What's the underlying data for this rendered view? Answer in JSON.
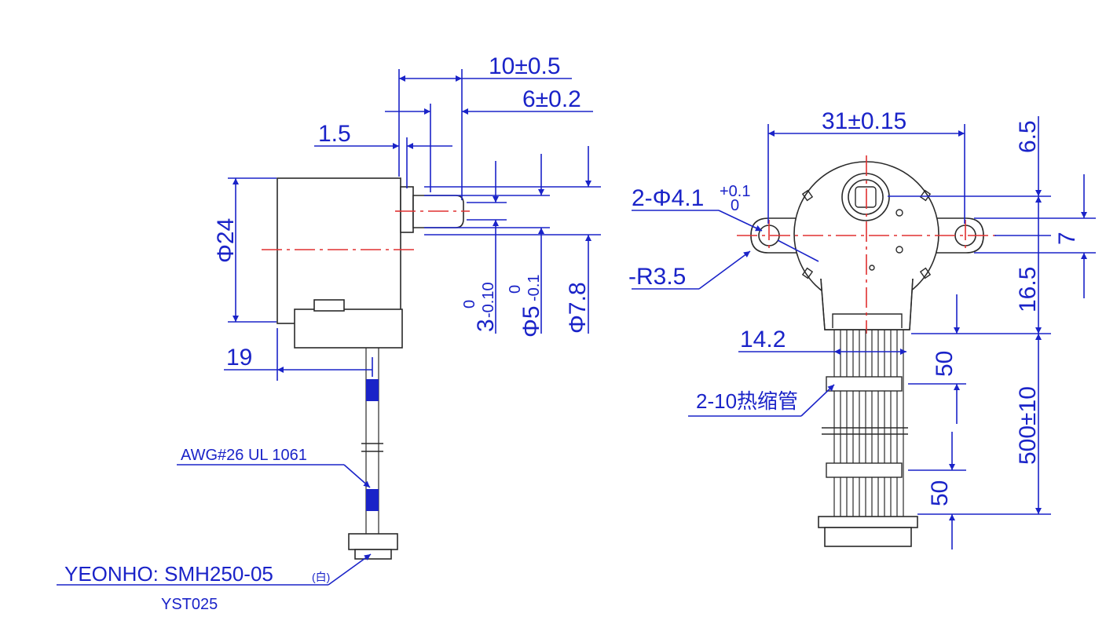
{
  "side_view": {
    "dim_length": "10±0.5",
    "dim_shaft": "6±0.2",
    "dim_flange": "1.5",
    "dim_diameter": "Φ24",
    "dim_offset": "19",
    "dim_flat": "3",
    "dim_flat_tol_upper": "0",
    "dim_flat_tol_lower": "-0.10",
    "dim_shaft_dia": "Φ5",
    "dim_shaft_tol_upper": "0",
    "dim_shaft_tol_lower": "-0.1",
    "dim_boss": "Φ7.8",
    "wire_spec": "AWG#26 UL 1061",
    "connector": "YEONHO: SMH250-05",
    "connector_note": "(白)",
    "connector_alt": "YST025"
  },
  "front_view": {
    "dim_mount_spacing": "31±0.15",
    "dim_holes": "2-Φ4.1",
    "dim_holes_tol_upper": "+0.1",
    "dim_holes_tol_lower": "0",
    "dim_radius": "-R3.5",
    "dim_top": "6.5",
    "dim_ear": "7",
    "dim_body": "16.5",
    "dim_cable_width": "14.2",
    "dim_sleeve": "2-10热缩管",
    "dim_sleeve_gap_top": "50",
    "dim_lead_length": "500±10",
    "dim_sleeve_gap_bottom": "50"
  },
  "colors": {
    "dimension": "#1a23c8",
    "centerline": "#e03030",
    "outline": "#2a2a2a"
  }
}
